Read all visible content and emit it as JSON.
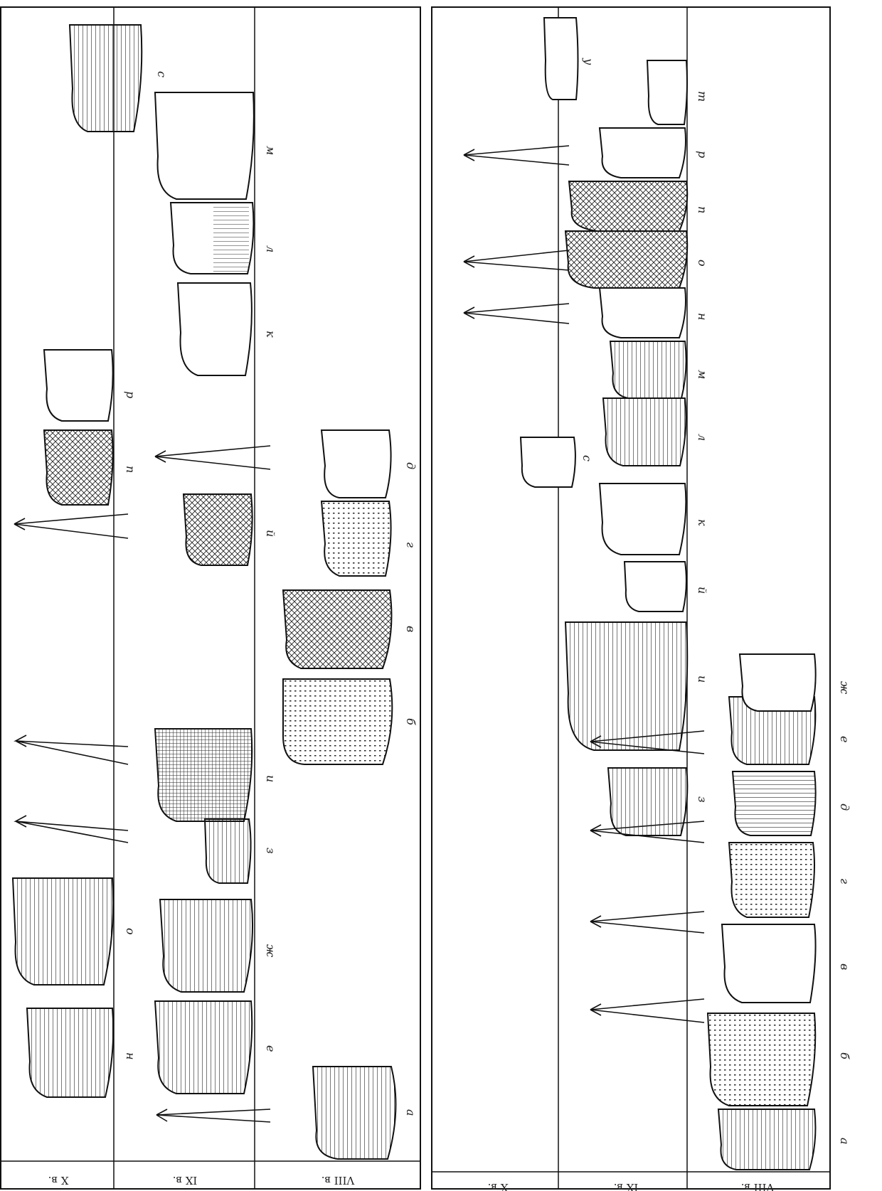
{
  "panels": [
    {
      "id": "left",
      "centuries": [
        "X в.",
        "IX в.",
        "VIII в."
      ],
      "vessels": [
        {
          "label": "а",
          "band": 2
        },
        {
          "label": "б",
          "band": 2
        },
        {
          "label": "в",
          "band": 2
        },
        {
          "label": "г",
          "band": 2
        },
        {
          "label": "д",
          "band": 2
        },
        {
          "label": "е",
          "band": 1
        },
        {
          "label": "ж",
          "band": 1
        },
        {
          "label": "з",
          "band": 1
        },
        {
          "label": "и",
          "band": 1
        },
        {
          "label": "й",
          "band": 1
        },
        {
          "label": "к",
          "band": 1
        },
        {
          "label": "л",
          "band": 1
        },
        {
          "label": "м",
          "band": 1
        },
        {
          "label": "н",
          "band": 0
        },
        {
          "label": "о",
          "band": 0
        },
        {
          "label": "п",
          "band": 0
        },
        {
          "label": "р",
          "band": 0
        },
        {
          "label": "с",
          "band": 0
        }
      ]
    },
    {
      "id": "right",
      "centuries": [
        "X в.",
        "IX в.",
        "VIII в."
      ],
      "vessels": [
        {
          "label": "а",
          "band": 2
        },
        {
          "label": "б",
          "band": 2
        },
        {
          "label": "в",
          "band": 2
        },
        {
          "label": "г",
          "band": 2
        },
        {
          "label": "д",
          "band": 2
        },
        {
          "label": "е",
          "band": 2
        },
        {
          "label": "ж",
          "band": 2
        },
        {
          "label": "з",
          "band": 1
        },
        {
          "label": "и",
          "band": 1
        },
        {
          "label": "й",
          "band": 1
        },
        {
          "label": "к",
          "band": 1
        },
        {
          "label": "л",
          "band": 1
        },
        {
          "label": "м",
          "band": 1
        },
        {
          "label": "н",
          "band": 1
        },
        {
          "label": "о",
          "band": 1
        },
        {
          "label": "п",
          "band": 1
        },
        {
          "label": "р",
          "band": 1
        },
        {
          "label": "с",
          "band": 0
        },
        {
          "label": "т",
          "band": 1
        },
        {
          "label": "у",
          "band": 0
        }
      ]
    }
  ]
}
